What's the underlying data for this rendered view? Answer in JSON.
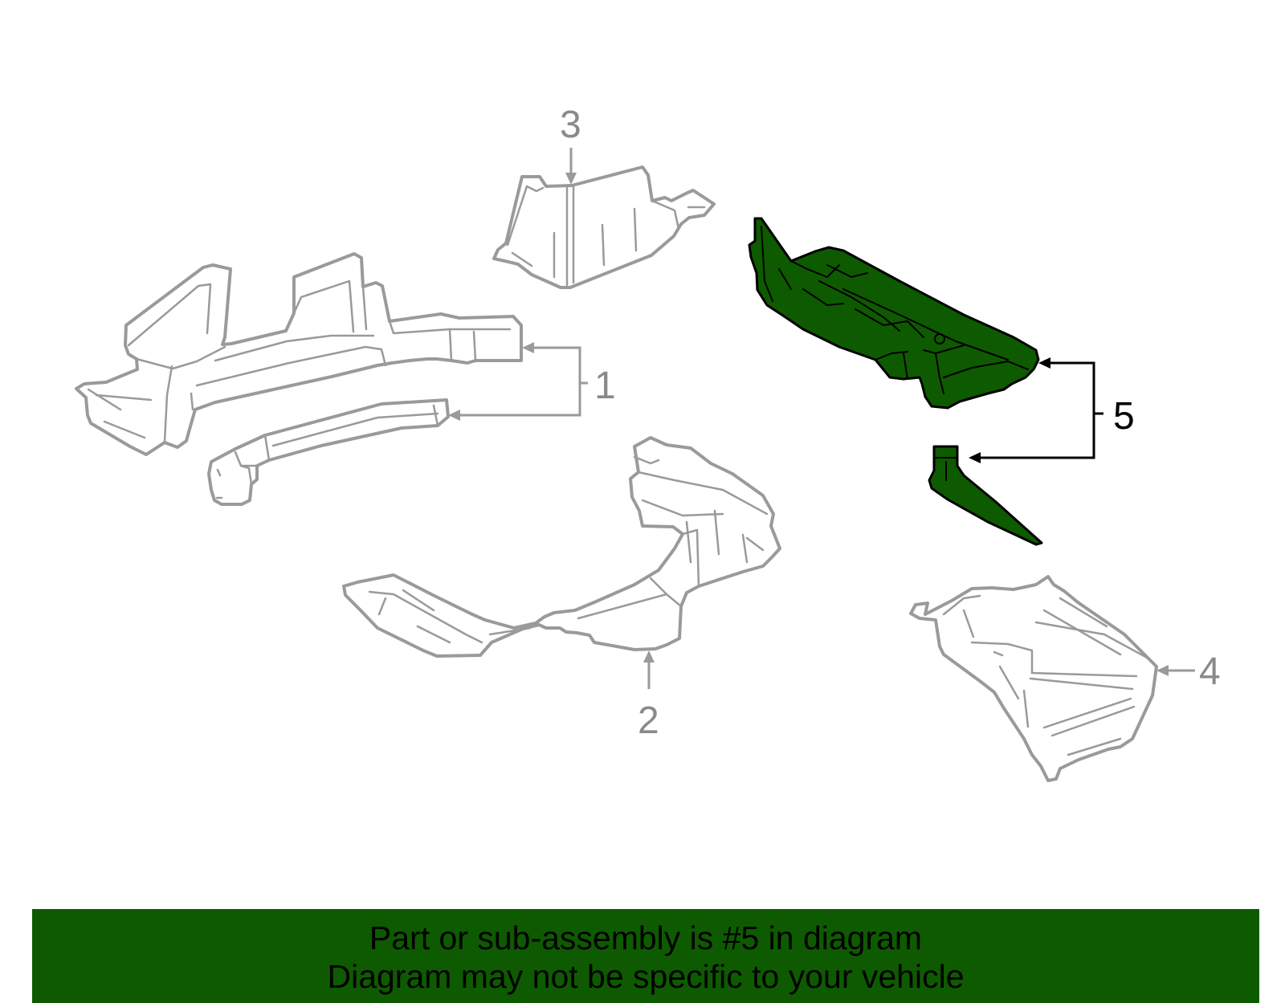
{
  "diagram": {
    "callouts": [
      {
        "number": "1"
      },
      {
        "number": "2"
      },
      {
        "number": "3"
      },
      {
        "number": "4"
      },
      {
        "number": "5"
      }
    ],
    "highlighted_callout": "5"
  },
  "banner": {
    "line1": "Part or sub-assembly is #5 in diagram",
    "line2": "Diagram may not be specific to your vehicle"
  },
  "colors": {
    "highlight": "#0e5a00",
    "parts_gray": "#9a9a9a",
    "banner_bg": "#0e5a00"
  }
}
